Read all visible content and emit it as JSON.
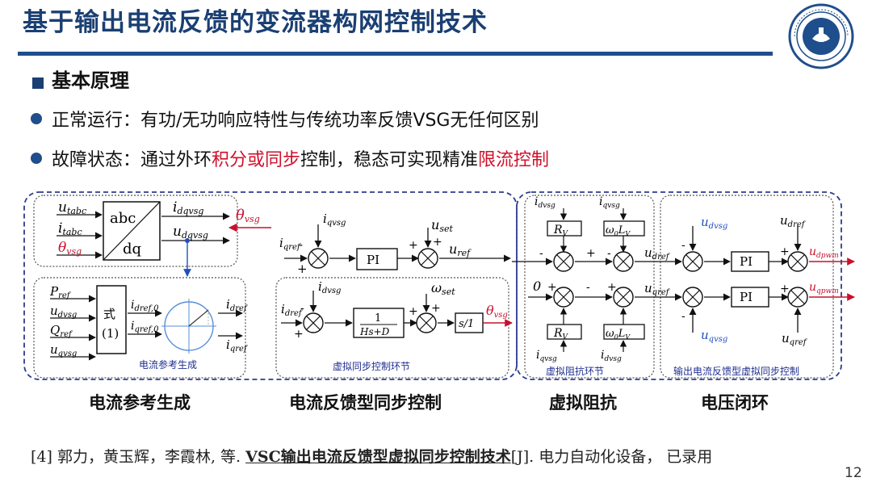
{
  "header": {
    "title": "基于输出电流反馈的变流器构网控制技术"
  },
  "section": {
    "heading": "基本原理"
  },
  "bullets": [
    {
      "lead": "正常运行：有功/无功响应特性与传统功率反馈VSG无任何区别"
    },
    {
      "lead": "故障状态：通过外环",
      "hl1": "积分或同步",
      "mid": "控制，稳态可实现精准",
      "hl2": "限流控制"
    }
  ],
  "diagram": {
    "abc_block": {
      "top": "abc",
      "bottom": "dq"
    },
    "abc_inputs": [
      "u",
      "i",
      "θ"
    ],
    "abc_input_subs": [
      "tabc",
      "tabc",
      "vsg"
    ],
    "abc_outputs": [
      "i",
      "u"
    ],
    "abc_output_subs": [
      "dqvsg",
      "dqvsg"
    ],
    "theta_in": {
      "sym": "θ",
      "sub": "vsg"
    },
    "ref_gen": {
      "inputs": [
        "P",
        "u",
        "Q",
        "u"
      ],
      "input_subs": [
        "ref",
        "dvsg",
        "ref",
        "qvsg"
      ],
      "block_top": "式",
      "block_bottom": "(1)",
      "outputs": [
        "i",
        "i"
      ],
      "output_subs": [
        "dref,0",
        "qref,0"
      ],
      "final_outputs": [
        "i",
        "i"
      ],
      "final_subs": [
        "dref",
        "qref"
      ],
      "label": "电流参考生成"
    },
    "sync": {
      "pi": "PI",
      "tf_num": "1",
      "tf_den": "Hs+D",
      "integrator": "s/1",
      "u_set": {
        "sym": "u",
        "sub": "set"
      },
      "u_ref": {
        "sym": "u",
        "sub": "ref"
      },
      "omega_set": {
        "sym": "ω",
        "sub": "set"
      },
      "i_qvsg": {
        "sym": "i",
        "sub": "qvsg"
      },
      "i_dvsg": {
        "sym": "i",
        "sub": "dvsg"
      },
      "i_qref": {
        "sym": "i",
        "sub": "qref"
      },
      "i_dref": {
        "sym": "i",
        "sub": "dref"
      },
      "theta_out": {
        "sym": "θ",
        "sub": "vsg"
      },
      "label": "虚拟同步控制环节"
    },
    "vi": {
      "rv": "R",
      "rv_sub": "V",
      "wl": "ω",
      "wl_sub": "0",
      "wl_l": "L",
      "wl_l_sub": "V",
      "zero": "0",
      "i_dvsg": {
        "sym": "i",
        "sub": "dvsg"
      },
      "i_qvsg": {
        "sym": "i",
        "sub": "qvsg"
      },
      "label": "虚拟阻抗环节"
    },
    "voltage": {
      "pi": "PI",
      "u_dref": {
        "sym": "u",
        "sub": "dref"
      },
      "u_qref": {
        "sym": "u",
        "sub": "qref"
      },
      "u_dvsg": {
        "sym": "u",
        "sub": "dvsg"
      },
      "u_qvsg": {
        "sym": "u",
        "sub": "qvsg"
      },
      "u_dpwm": {
        "sym": "u",
        "sub": "dpwm"
      },
      "u_qpwm": {
        "sym": "u",
        "sub": "qpwm"
      },
      "label": "输出电流反馈型虚拟同步控制"
    }
  },
  "captions": [
    "电流参考生成",
    "电流反馈型同步控制",
    "虚拟阻抗",
    "电压闭环"
  ],
  "reference": {
    "pre": "[4] 郭力，黄玉辉，李霞林, 等. ",
    "title": "VSC输出电流反馈型虚拟同步控制技术",
    "post": "[J]. 电力自动化设备，  已录用"
  },
  "page_number": "12",
  "colors": {
    "title": "#1a3f73",
    "accent_red": "#d0102a",
    "dashed_border": "#2b3b8f",
    "inner_border": "#555555",
    "signal_red": "#c8102e",
    "signal_blue": "#1f4fbf"
  }
}
